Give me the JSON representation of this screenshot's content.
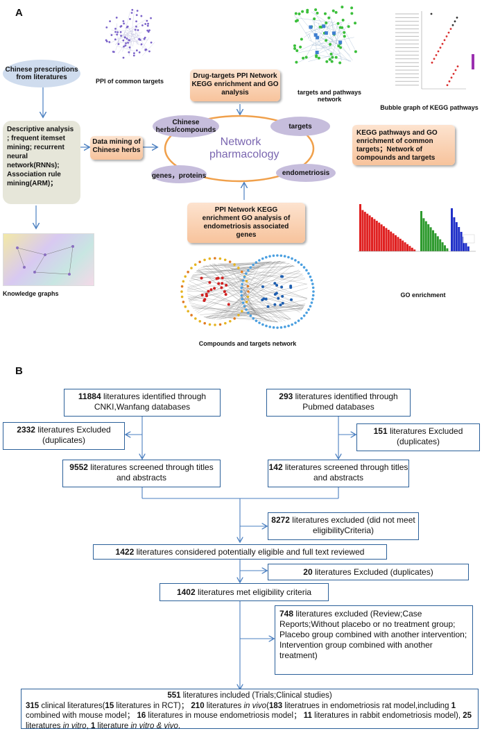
{
  "panel_a": {
    "label": "A",
    "prescriptions": "Chinese prescriptions from literatures",
    "methods": "Descriptive analysis ; frequent itemset mining; recurrent neural network(RNNs); Association rule mining(ARM)；",
    "data_mining": "Data mining of Chinese herbs",
    "knowledge_graphs": "Knowledge graphs",
    "ppi_common": "PPI of common targets",
    "drug_targets": "Drug-targets PPI Network KEGG enrichment and GO analysis",
    "targets_pathways": "targets and pathways network",
    "bubble_graph": "Bubble graph of KEGG pathways",
    "network_pharmacology_1": "Network",
    "network_pharmacology_2": "pharmacology",
    "node_herbs": "Chinese herbs/compounds",
    "node_targets": "targets",
    "node_genes": "genes，proteins",
    "node_endo": "endometriosis",
    "kegg_go_common": "KEGG pathways and GO enrichment of common targets；Network of compounds and targets",
    "ppi_endo": "PPI Network KEGG enrichment GO analysis of endometriosis associated genes",
    "go_enrichment": "GO enrichment",
    "compounds_targets": "Compounds and targets network",
    "colors": {
      "orange": "#f7c39c",
      "lavender": "#c6bddc",
      "ring": "#f0a04b",
      "arrow": "#4a7fc0"
    }
  },
  "panel_b": {
    "label": "B",
    "boxes": [
      {
        "num": "11884",
        "text": " literatures identified through CNKI,Wanfang databases"
      },
      {
        "num": "293",
        "text": " literatures identified through Pubmed databases"
      },
      {
        "num": "2332",
        "text": " literatures Excluded (duplicates)"
      },
      {
        "num": "151",
        "text": " literatures Excluded (duplicates)"
      },
      {
        "num": "9552",
        "text": " literatures screened through titles and  abstracts"
      },
      {
        "num": "142",
        "text": " literatures screened through titles and  abstracts"
      },
      {
        "num": "8272",
        "text": " literatures excluded (did not meet eligibilityCriteria)"
      },
      {
        "num": "1422",
        "text": " literatures considered potentially eligible and full text reviewed"
      },
      {
        "num": "20",
        "text": " literatures Excluded (duplicates)"
      },
      {
        "num": "1402",
        "text": " literatures met eligibility criteria"
      },
      {
        "num": "748",
        "text": " literatures excluded (Review;Case Reports;Without placebo or no treatment group; Placebo group combined with another intervention; Intervention group combined with another treatment)"
      }
    ],
    "final": {
      "line1_num": "551",
      "line1": " literatures included (Trials;Clinical studies)",
      "n315": "315",
      "t315": " clinical literatures(",
      "n15": "15",
      "t15": " literatures in RCT)； ",
      "n210": "210",
      "t210a": " literatures ",
      "invivo": "in vivo",
      "t210b": "(",
      "n183": "183",
      "t183": " literatrues in endometriosis rat model,including ",
      "n1": "1",
      "t1": " combined with mouse model； ",
      "n16": "16",
      "t16": " literatures in mouse endometriosis model； ",
      "n11": "11",
      "t11": " literatures in rabbit endometriosis model), ",
      "n25": "25",
      "t25a": " literatures ",
      "invitro": "in vitro",
      "t25b": ", ",
      "n1b": "1",
      "t1b": " literature ",
      "invitro_vivo": "in vitro & vivo",
      "end": "."
    }
  }
}
